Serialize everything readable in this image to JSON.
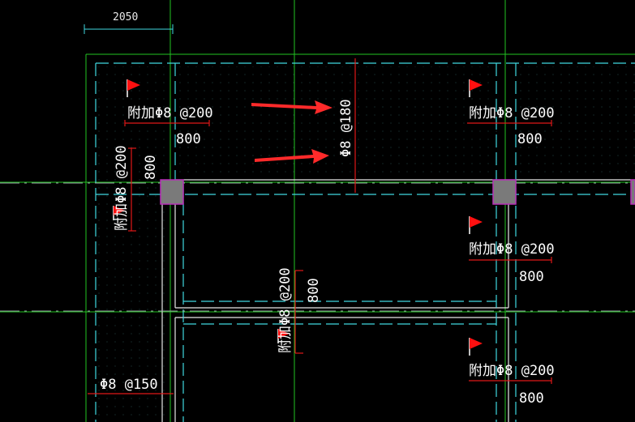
{
  "colors": {
    "background": "#000000",
    "frame_green": "#22c322",
    "axis_dash_cyan": "#40d8e0",
    "beam_outline": "#ffffff",
    "rebar_red": "#e01818",
    "column_gray": "#7a7a7a",
    "column_edge": "#b830b8",
    "dimension_cyan": "#40d8e0",
    "flag_red": "#ff1010",
    "arrow_red": "#ff2a2a",
    "text": "#ffffff"
  },
  "icons": [
    "flag-marker-icon",
    "arrow-right-icon"
  ],
  "dimension": {
    "label": "2050"
  },
  "annotations": {
    "top_left_add": "附加Φ8 @200",
    "top_left_len": "800",
    "top_right_add": "附加Φ8 @200",
    "top_right_len": "800",
    "mid_right_add": "附加Φ8 @200",
    "mid_right_len": "800",
    "bottom_right_add": "附加Φ8 @200",
    "bottom_right_len": "800",
    "left_vertical_add": "附加Φ8 @200",
    "left_vertical_len": "800",
    "center_vertical_add": "附加Φ8 @200",
    "center_vertical_len": "800",
    "center_main": "Φ8 @180",
    "bottom_left": "Φ8 @150"
  }
}
